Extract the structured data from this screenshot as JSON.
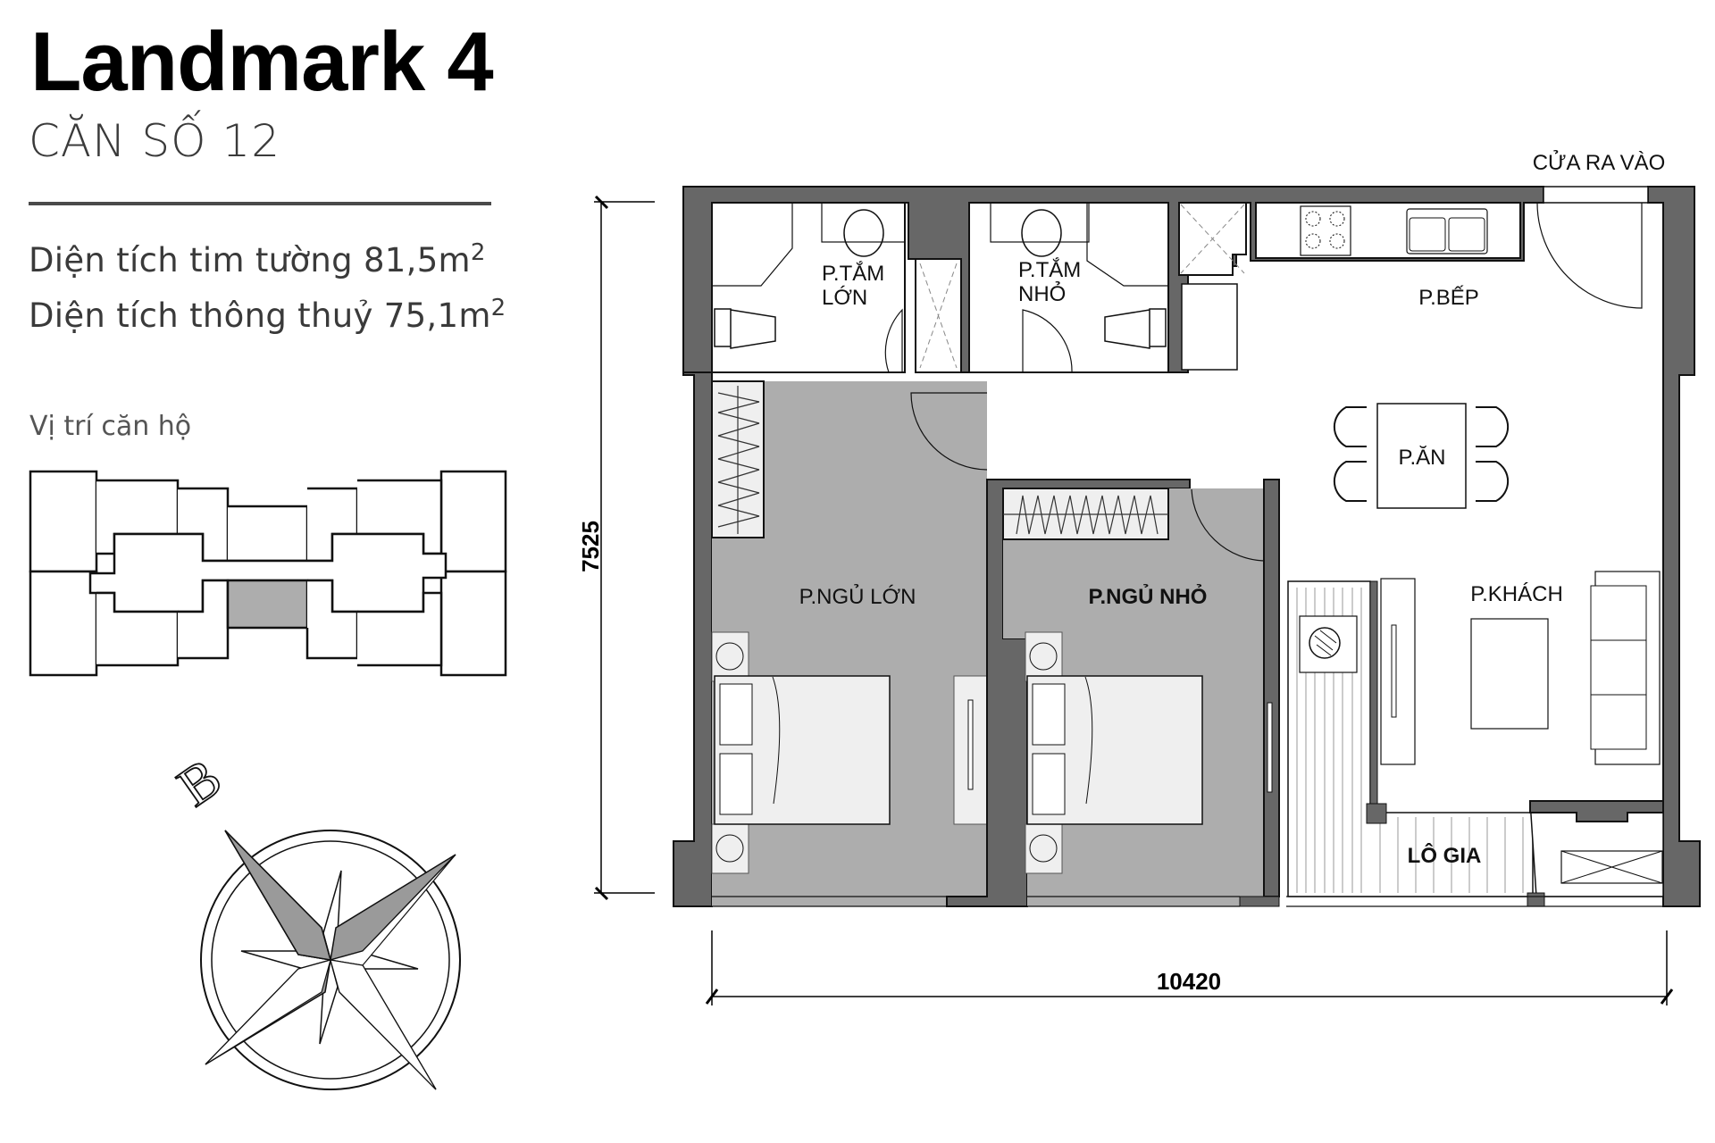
{
  "header": {
    "title": "Landmark 4",
    "unit_label": "CĂN SỐ 12"
  },
  "areas": {
    "gross_label": "Diện tích tim tường 81,5m",
    "gross_value": "81,5",
    "net_label": "Diện tích thông thuỷ 75,1m",
    "net_value": "75,1",
    "unit_sup": "2"
  },
  "key_plan": {
    "label": "Vị trí căn hộ",
    "highlight_color": "#adadad"
  },
  "compass": {
    "north_letter": "B"
  },
  "floor_plan": {
    "rooms": {
      "bath_large_line1": "P.TẮM",
      "bath_large_line2": "LỚN",
      "bath_small_line1": "P.TẮM",
      "bath_small_line2": "NHỎ",
      "kitchen": "P.BẾP",
      "dining": "P.ĂN",
      "living": "P.KHÁCH",
      "master_bedroom": "P.NGỦ LỚN",
      "small_bedroom": "P.NGỦ NHỎ",
      "loggia": "LÔ GIA"
    },
    "entrance_label": "CỬA RA VÀO",
    "dimensions": {
      "height_mm": "7525",
      "width_mm": "10420"
    },
    "colors": {
      "wall": "#676767",
      "bedroom_fill": "#adadad",
      "furniture_fill": "#efefef"
    }
  }
}
